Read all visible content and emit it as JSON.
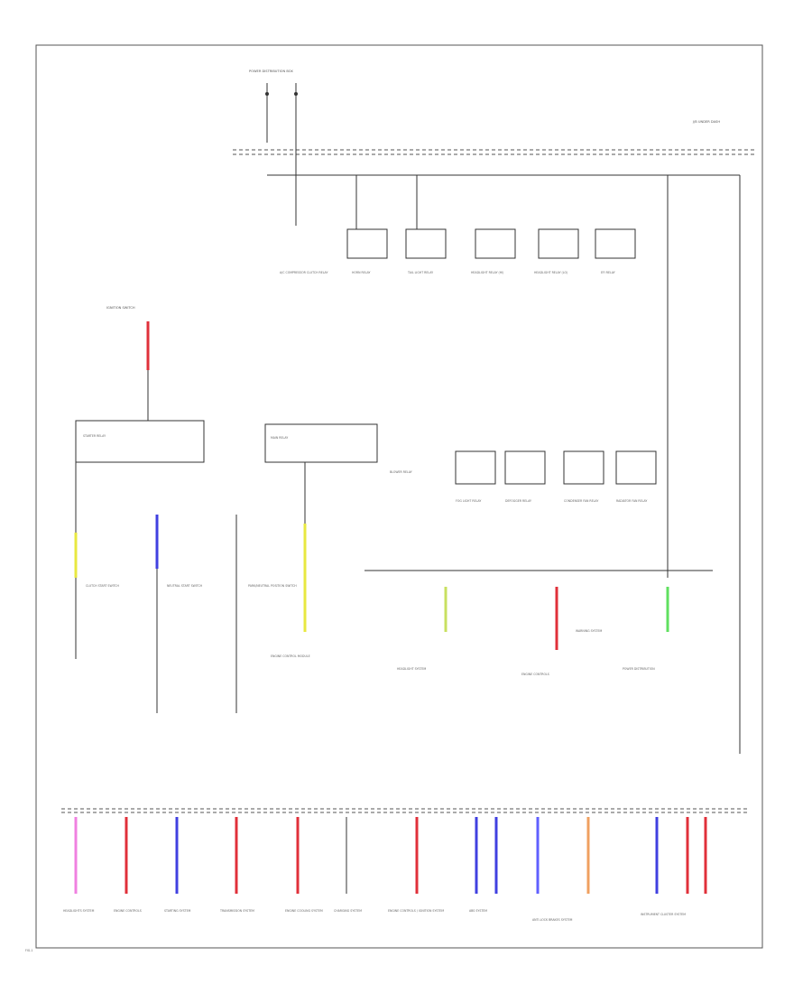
{
  "top_connector_label": "POWER DISTRIBUTION BOX",
  "right_connector_label": "J/B UNDER DASH",
  "ignition_label": "IGNITION SWITCH",
  "relays_top": [
    "A/C COMPRESSOR CLUTCH RELAY",
    "HORN RELAY",
    "TAIL LIGHT RELAY",
    "HEADLIGHT RELAY (HI)",
    "HEADLIGHT RELAY (LO)",
    "EFI RELAY"
  ],
  "left_relay_label": "STARTER RELAY",
  "mid_relay_label": "MAIN RELAY",
  "blower_relay_label": "BLOWER RELAY",
  "relays_mid": [
    "FOG LIGHT RELAY",
    "DEFOGGER RELAY",
    "CONDENSER FAN RELAY",
    "RADIATOR FAN RELAY"
  ],
  "switch_labels": [
    "CLUTCH START SWITCH",
    "NEUTRAL START SWITCH",
    "PARK/NEUTRAL POSITION SWITCH"
  ],
  "mid_bottom_labels": [
    "ENGINE CONTROL MODULE",
    "HEADLIGHT SYSTEM",
    "ENGINE CONTROLS",
    "WARNING SYSTEM",
    "POWER DISTRIBUTION"
  ],
  "bottom_labels": [
    "HEADLIGHTS SYSTEM",
    "ENGINE CONTROLS",
    "STARTING SYSTEM",
    "TRANSMISSION SYSTEM",
    "ENGINE COOLING SYSTEM",
    "CHARGING SYSTEM",
    "ENGINE CONTROLS / IGNITION SYSTEM",
    "ABS SYSTEM",
    "ANTI-LOCK BRAKES SYSTEM",
    "INSTRUMENT CLUSTER SYSTEM"
  ],
  "page_footer": "FIG-1",
  "wire_colors": {
    "red": "#e0303a",
    "blue": "#4040e0",
    "yellow": "#e8e840",
    "yellow_green": "#c8e060",
    "pink": "#f080e0",
    "orange": "#f0a060",
    "green": "#60e060",
    "violet": "#6060ff"
  }
}
